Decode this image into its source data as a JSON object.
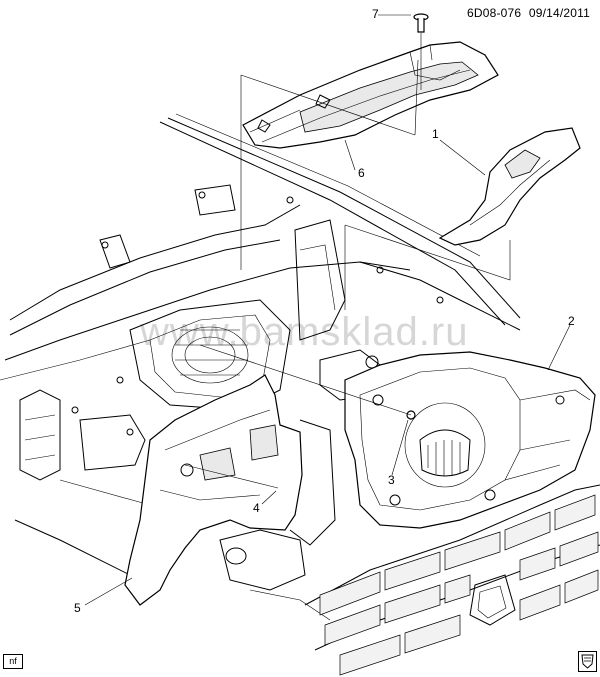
{
  "header": {
    "diagram_code": "6D08-076",
    "date": "09/14/2011"
  },
  "watermark": "www.bamsklad.ru",
  "callouts": [
    "1",
    "2",
    "3",
    "4",
    "5",
    "6",
    "7"
  ],
  "footer": {
    "tag": "nf"
  }
}
